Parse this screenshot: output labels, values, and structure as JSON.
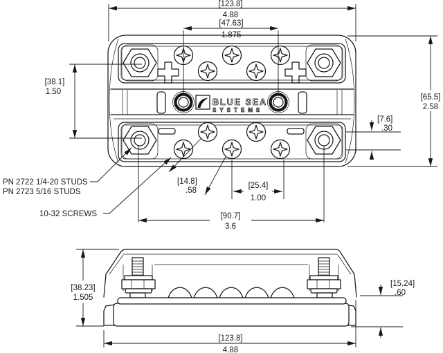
{
  "drawing": {
    "brand": {
      "name_line1": "BLUE SEA",
      "name_line2": "SYSTEMS"
    },
    "labels": {
      "pn_line1": "PN 2722 1/4-20 STUDS",
      "pn_line2": "PN 2723 5/16 STUDS",
      "screws": "10-32 SCREWS"
    },
    "colors": {
      "line": "#161616",
      "background": "#ffffff"
    },
    "dimensions": {
      "top_overall_width": {
        "mm": "[123.8]",
        "inch": "4.88"
      },
      "center_terminal_spacing": {
        "mm": "[47.63]",
        "inch": "1.875"
      },
      "stud_row_spacing": {
        "mm": "[38.1]",
        "inch": "1.50"
      },
      "overall_depth": {
        "mm": "[65.5]",
        "inch": "2.58"
      },
      "screw_row_offset": {
        "mm": "[7.6]",
        "inch": ".30"
      },
      "stud_to_screw_offset": {
        "mm": "[14.8]",
        "inch": ".58"
      },
      "screw_spacing": {
        "mm": "[25.4]",
        "inch": "1.00"
      },
      "stud_spacing": {
        "mm": "[90.7]",
        "inch": "3.6"
      },
      "side_overall_height": {
        "mm": "[38.23]",
        "inch": "1.505"
      },
      "base_height": {
        "mm": "[15.24]",
        "inch": ".60"
      },
      "side_overall_width": {
        "mm": "[123.8]",
        "inch": "4.88"
      }
    }
  }
}
